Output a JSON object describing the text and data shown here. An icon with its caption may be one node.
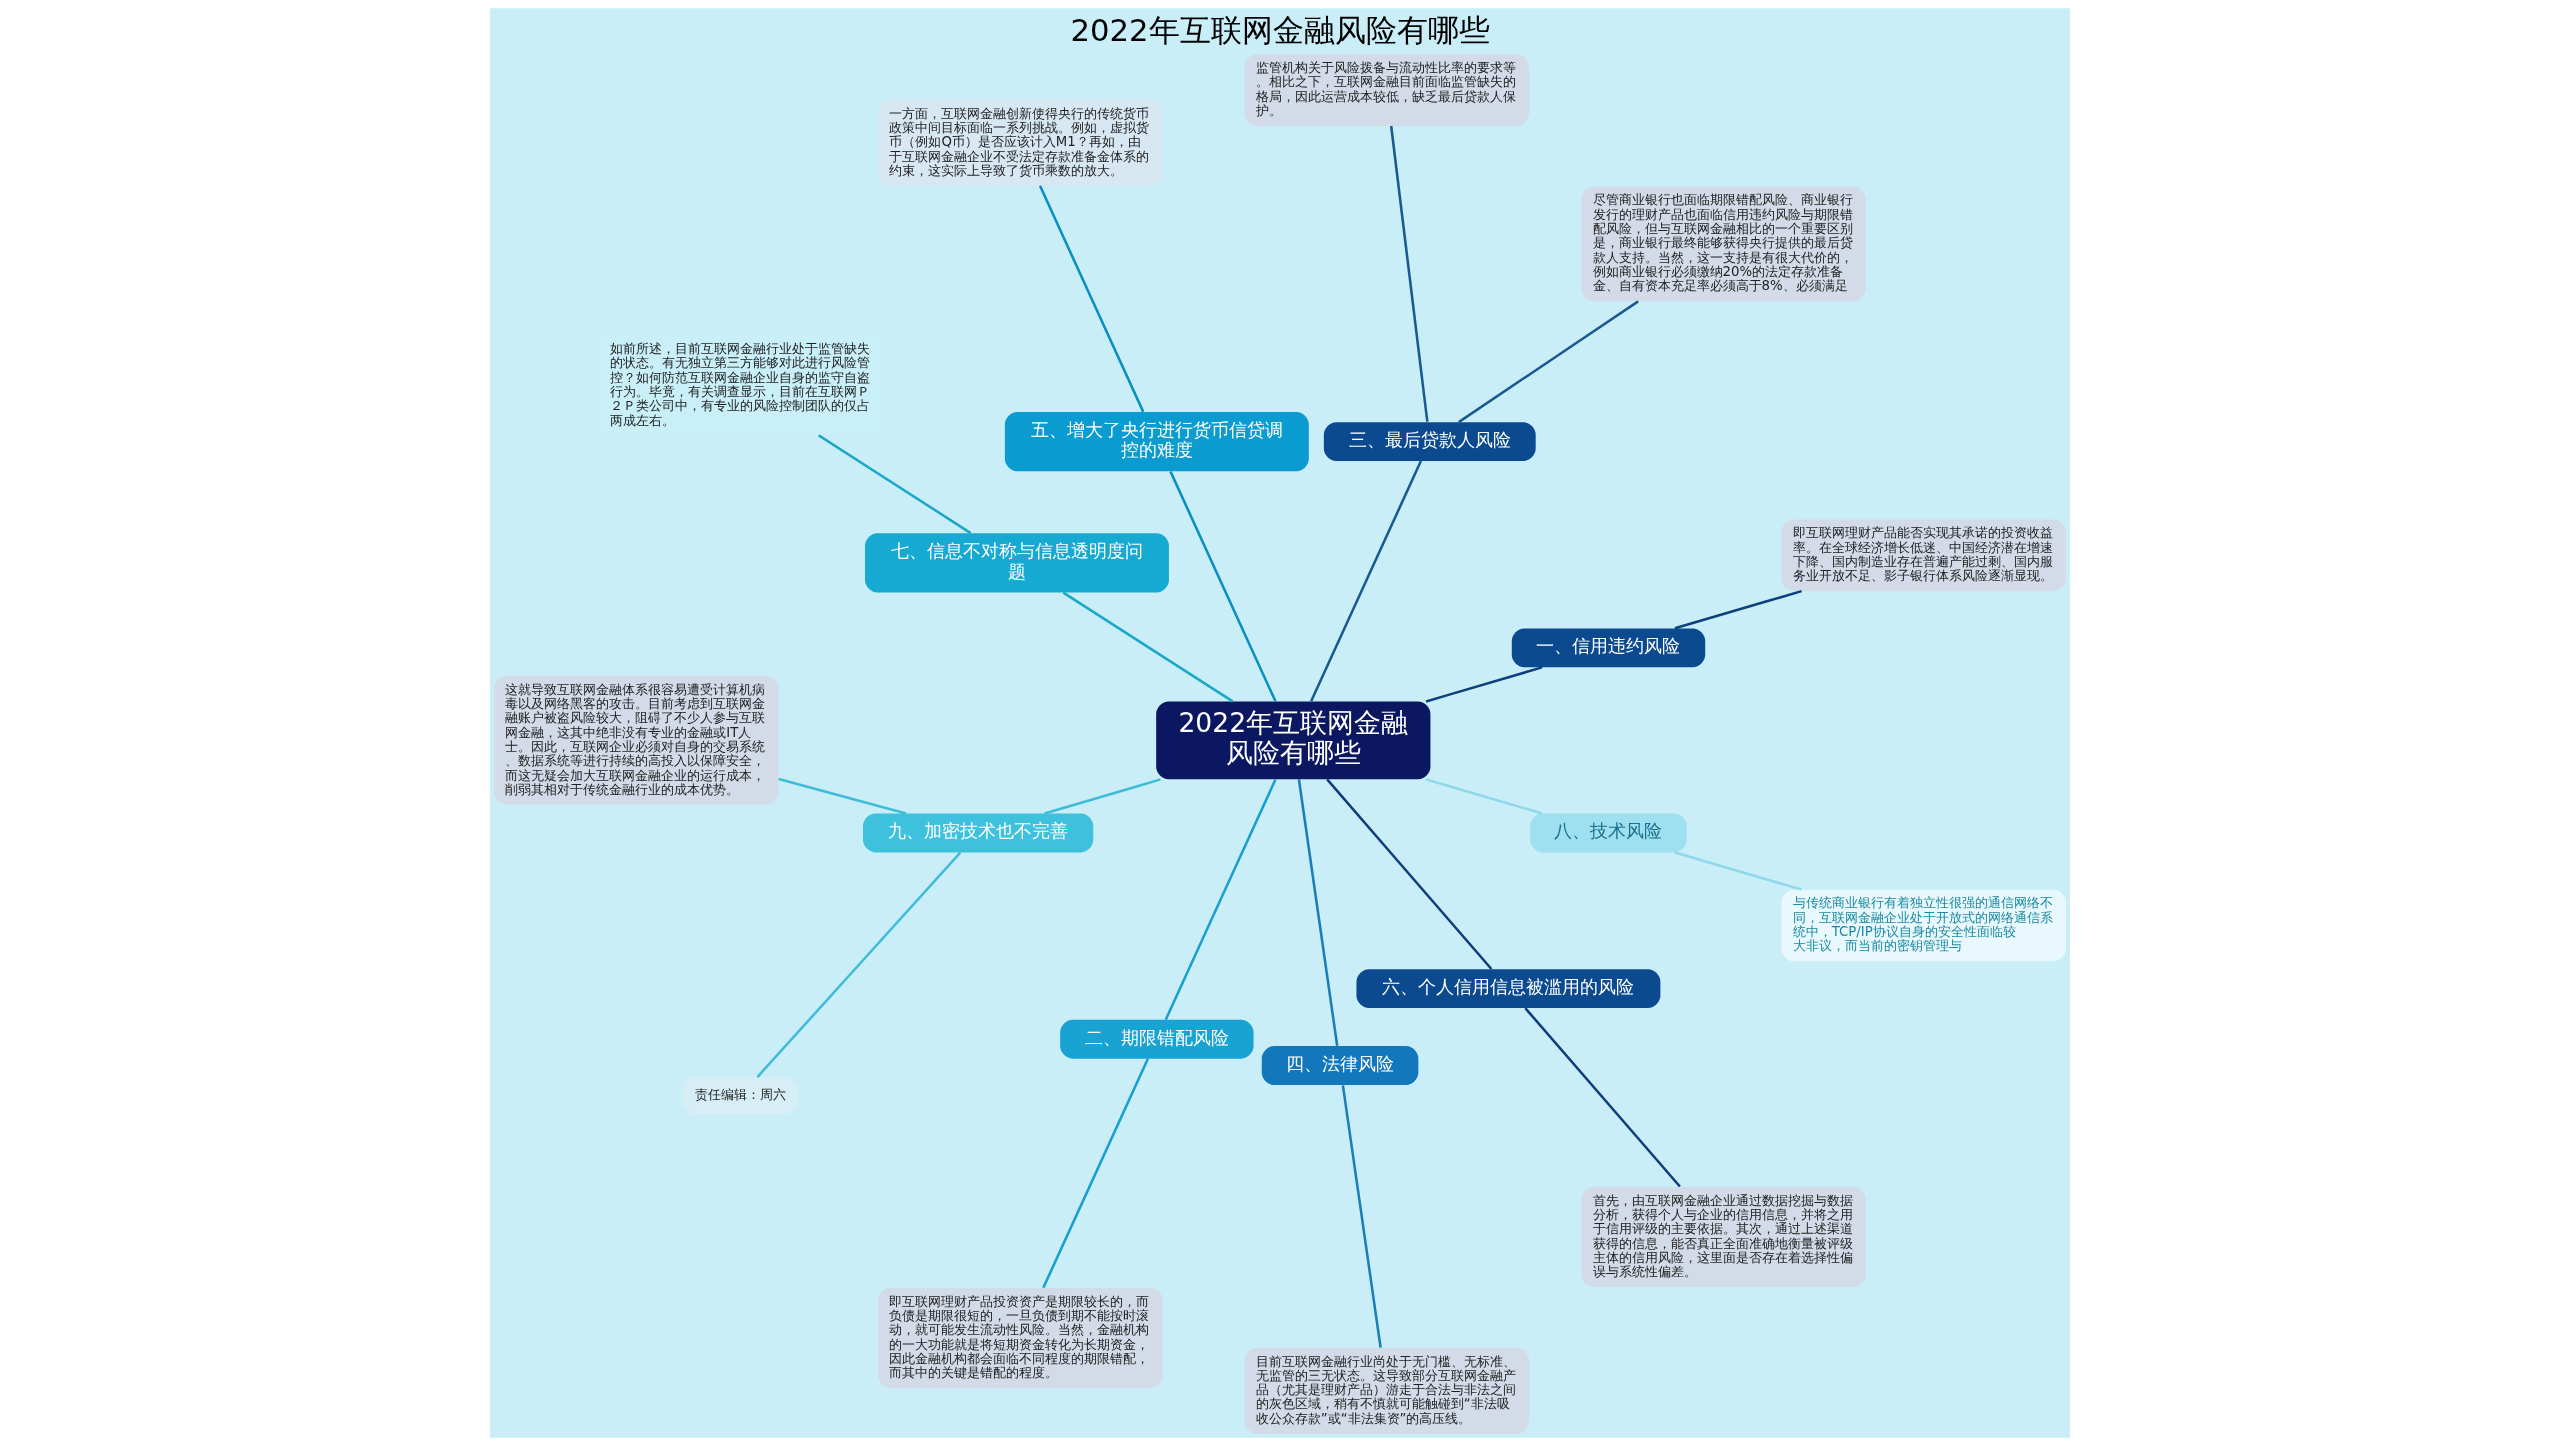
{
  "diagram": {
    "title": "2022年互联网金融风险有哪些",
    "nodes": [
      {
        "text": [
          "2022年互联网金融风险有哪些"
        ]
      },
      {
        "text": [
          "一、信用违约风险"
        ]
      },
      {
        "text": [
          "即互联网理财产品能否实现其承诺的投资收益率。在全球经济增长低迷、中国经济潜在增速下降、国内制造业存在普遍产能过剩、国内服务业开放不足、影子银行体系风险逐渐显现。"
        ]
      },
      {
        "text": [
          "三、最后贷款人风险"
        ]
      },
      {
        "text": [
          "尽管商业银行也面临期限错配风险、商业银行发行的理财产品也面临信用违约风险与期限错配风险，但与互联网金融相比的一个重要区别是，商业银行最终能够获得央行提供的最后贷款人支持。当然，这一支持是有很大代价的，例如商业银行必须缴纳20%的法定存款准备金、自有资本充足率必须高于8%、必须满足"
        ]
      },
      {
        "text": [
          "监管机构关于风险拨备与流动性比率的要求等。相比之下，互联网金融目前面临监管缺失的格局，因此运营成本较低，缺乏最后贷款人保护。"
        ]
      },
      {
        "text": [
          "五、增大了央行进行货币信贷调控的难度"
        ]
      },
      {
        "text": [
          "一方面，互联网金融创新使得央行的传统货币政策中间目标面临一系列挑战。例如，虚拟货币（例如Q币）是否应该计入M1？再如，由于互联网金融企业不受法定存款准备金体系的约束，这实际上导致了货币乘数的放大。"
        ]
      },
      {
        "text": [
          "七、信息不对称与信息透明度问题"
        ]
      },
      {
        "text": [
          "如前所述，目前互联网金融行业处于监管缺失的状态。有无独立第三方能够对此进行风险管控？如何防范互联网金融企业自身的监守自盗行为。毕竟，有关调查显示，目前在互联网Ｐ２Ｐ类公司中，有专业的风险控制团队的仅占两成左右。"
        ]
      },
      {
        "text": [
          "九、加密技术也不完善"
        ]
      },
      {
        "text": [
          "这就导致互联网金融体系很容易遭受计算机病毒以及网络黑客的攻击。目前考虑到互联网金融账户被盗风险较大，阻碍了不少人参与互联网金融，这其中绝非没有专业的金融或IT人士。因此，互联网企业必须对自身的交易系统、数据系统等进行持续的高投入以保障安全，而这无疑会加大互联网金融企业的运行成本，削弱其相对于传统金融行业的成本优势。"
        ]
      },
      {
        "text": [
          "责任编辑：周六"
        ]
      },
      {
        "text": [
          "二、期限错配风险"
        ]
      },
      {
        "text": [
          "即互联网理财产品投资资产是期限较长的，而负债是期限很短的，一旦负债到期不能按时滚动，就可能发生流动性风险。当然，金融机构的一大功能就是将短期资金转化为长期资金，因此金融机构都会面临不同程度的期限错配，而其中的关键是错配的程度。"
        ]
      },
      {
        "text": [
          "四、法律风险"
        ]
      },
      {
        "text": [
          "目前互联网金融行业尚处于无门槛、无标准、无监管的三无状态。这导致部分互联网金融产品（尤其是理财产品）游走于合法与非法之间的灰色区域，稍有不慎就可能触碰到“非法吸收公众存款”或“非法集资”的高压线。"
        ]
      },
      {
        "text": [
          "六、个人信用信息被滥用的风险"
        ]
      },
      {
        "text": [
          "首先，由互联网金融企业通过数据挖掘与数据分析，获得个人与企业的信用信息，并将之用于信用评级的主要依据。其次，通过上述渠道获得的信息，能否真正全面准确地衡量被评级主体的信用风险，这里面是否存在着选择性偏误与系统性偏差。"
        ]
      },
      {
        "text": [
          "八、技术风险"
        ]
      },
      {
        "text": [
          "与传统商业银行有着独立性很强的通信网络不同，互联网金融企业处于开放式的网络通信系统中，TCP/IP协议自身的安全性面临较大非议，而当前的密钥管理与"
        ]
      }
    ],
    "edges": [
      {
        "from": 0,
        "to": 1,
        "arrow": "none",
        "color": "#0d3f7a"
      },
      {
        "from": 1,
        "to": 2,
        "arrow": "none",
        "color": "#0d3f7a"
      },
      {
        "from": 0,
        "to": 3,
        "arrow": "none",
        "color": "#1a5a8f"
      },
      {
        "from": 3,
        "to": 4,
        "arrow": "none",
        "color": "#1a5a8f"
      },
      {
        "from": 3,
        "to": 5,
        "arrow": "none",
        "color": "#1a5a8f"
      },
      {
        "from": 0,
        "to": 6,
        "arrow": "none",
        "color": "#0a8fc0"
      },
      {
        "from": 6,
        "to": 7,
        "arrow": "none",
        "color": "#0a8fc0"
      },
      {
        "from": 0,
        "to": 8,
        "arrow": "none",
        "color": "#1aa8c8"
      },
      {
        "from": 8,
        "to": 9,
        "arrow": "none",
        "color": "#1aa8c8"
      },
      {
        "from": 0,
        "to": 10,
        "arrow": "none",
        "color": "#40bcd8"
      },
      {
        "from": 10,
        "to": 11,
        "arrow": "none",
        "color": "#40bcd8"
      },
      {
        "from": 10,
        "to": 12,
        "arrow": "none",
        "color": "#40bcd8"
      },
      {
        "from": 0,
        "to": 13,
        "arrow": "none",
        "color": "#1a9fd0"
      },
      {
        "from": 13,
        "to": 14,
        "arrow": "none",
        "color": "#1a9fd0"
      },
      {
        "from": 0,
        "to": 15,
        "arrow": "none",
        "color": "#1a7fb8"
      },
      {
        "from": 15,
        "to": 16,
        "arrow": "none",
        "color": "#1a7fb8"
      },
      {
        "from": 0,
        "to": 17,
        "arrow": "none",
        "color": "#0d3f7a"
      },
      {
        "from": 17,
        "to": 18,
        "arrow": "none",
        "color": "#0d3f7a"
      },
      {
        "from": 0,
        "to": 19,
        "arrow": "none",
        "color": "#8fd8ea"
      },
      {
        "from": 19,
        "to": 20,
        "arrow": "none",
        "color": "#8fd8ea"
      }
    ]
  }
}
